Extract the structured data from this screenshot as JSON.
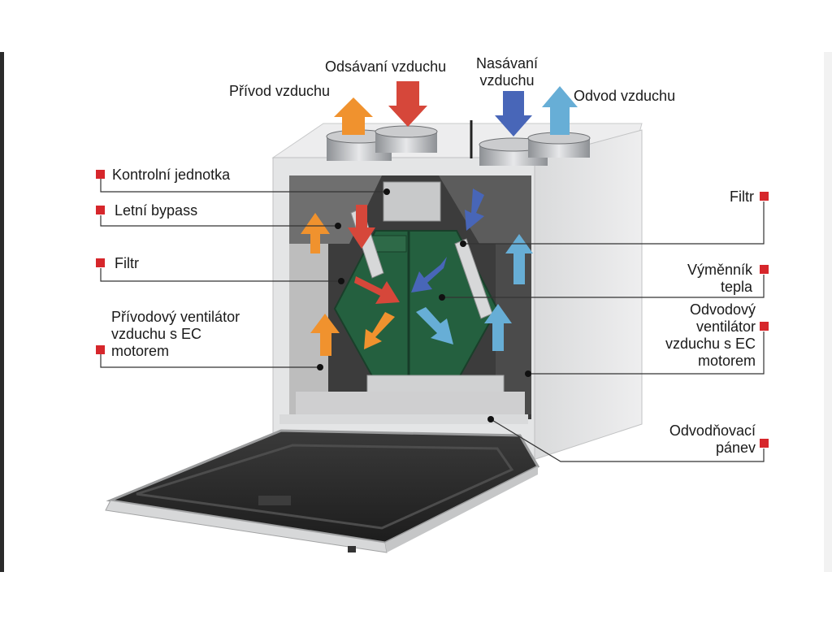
{
  "top_labels": {
    "privod": "Přívod vzduchu",
    "odsavani": "Odsávaní vzduchu",
    "nasavani": "Nasávaní\nvzduchu",
    "odvod": "Odvod vzduchu"
  },
  "left_labels": {
    "kontrolni": "Kontrolní jednotka",
    "bypass": "Letní bypass",
    "filtr": "Filtr",
    "ventilator": "Přívodový ventilátor\nvzduchu s EC\nmotorem"
  },
  "right_labels": {
    "filtr": "Filtr",
    "vymennik": "Výměnník\ntepla",
    "odvodovy": "Odvodový\nventilátor\nvzduchu s EC\nmotorem",
    "panev": "Odvodňovací\npánev"
  },
  "colors": {
    "marker": "#d6262b",
    "arrow_orange": "#f0922e",
    "arrow_red": "#d6473a",
    "arrow_blue": "#4866b8",
    "arrow_lightblue": "#67aed6",
    "heat_exchanger": "#24603f",
    "housing": "#e5e6e6",
    "door": "#2a2a2a"
  }
}
